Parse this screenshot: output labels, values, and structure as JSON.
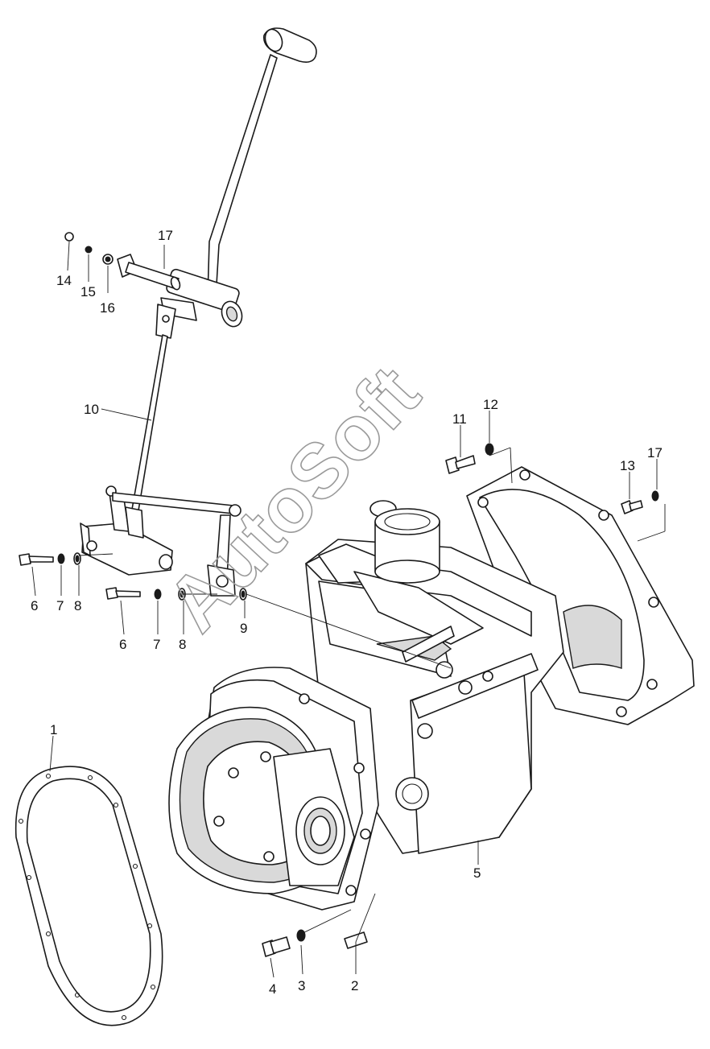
{
  "watermark": "AutoSoft",
  "callouts": [
    {
      "id": "c1",
      "label": "1"
    },
    {
      "id": "c2",
      "label": "2"
    },
    {
      "id": "c3",
      "label": "3"
    },
    {
      "id": "c4",
      "label": "4"
    },
    {
      "id": "c5",
      "label": "5"
    },
    {
      "id": "c6a",
      "label": "6"
    },
    {
      "id": "c7a",
      "label": "7"
    },
    {
      "id": "c8a",
      "label": "8"
    },
    {
      "id": "c6b",
      "label": "6"
    },
    {
      "id": "c7b",
      "label": "7"
    },
    {
      "id": "c8b",
      "label": "8"
    },
    {
      "id": "c9",
      "label": "9"
    },
    {
      "id": "c10",
      "label": "10"
    },
    {
      "id": "c11",
      "label": "11"
    },
    {
      "id": "c12",
      "label": "12"
    },
    {
      "id": "c13",
      "label": "13"
    },
    {
      "id": "c17b",
      "label": "17"
    },
    {
      "id": "c14",
      "label": "14"
    },
    {
      "id": "c15",
      "label": "15"
    },
    {
      "id": "c16",
      "label": "16"
    },
    {
      "id": "c17a",
      "label": "17"
    }
  ]
}
